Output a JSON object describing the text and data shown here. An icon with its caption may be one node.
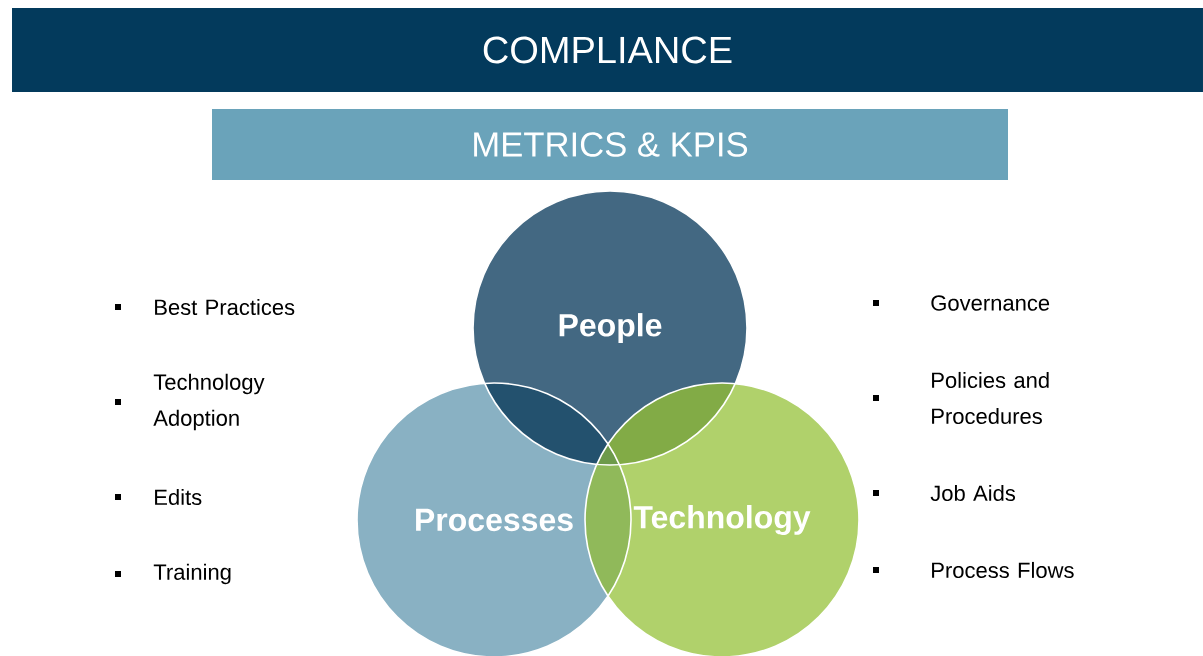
{
  "diagram": {
    "nodes": [
      {
        "text": [
          "COMPLIANCE"
        ]
      },
      {
        "text": [
          "METRICS & KPIS"
        ]
      },
      {
        "text": [
          "People"
        ]
      },
      {
        "text": [
          "Processes"
        ]
      },
      {
        "text": [
          "Technology"
        ]
      }
    ],
    "labels": [
      "Best Practices",
      "Technology Adoption",
      "Edits",
      "Training",
      "Governance",
      "Policies and Procedures",
      "Job Aids",
      "Process Flows"
    ]
  }
}
